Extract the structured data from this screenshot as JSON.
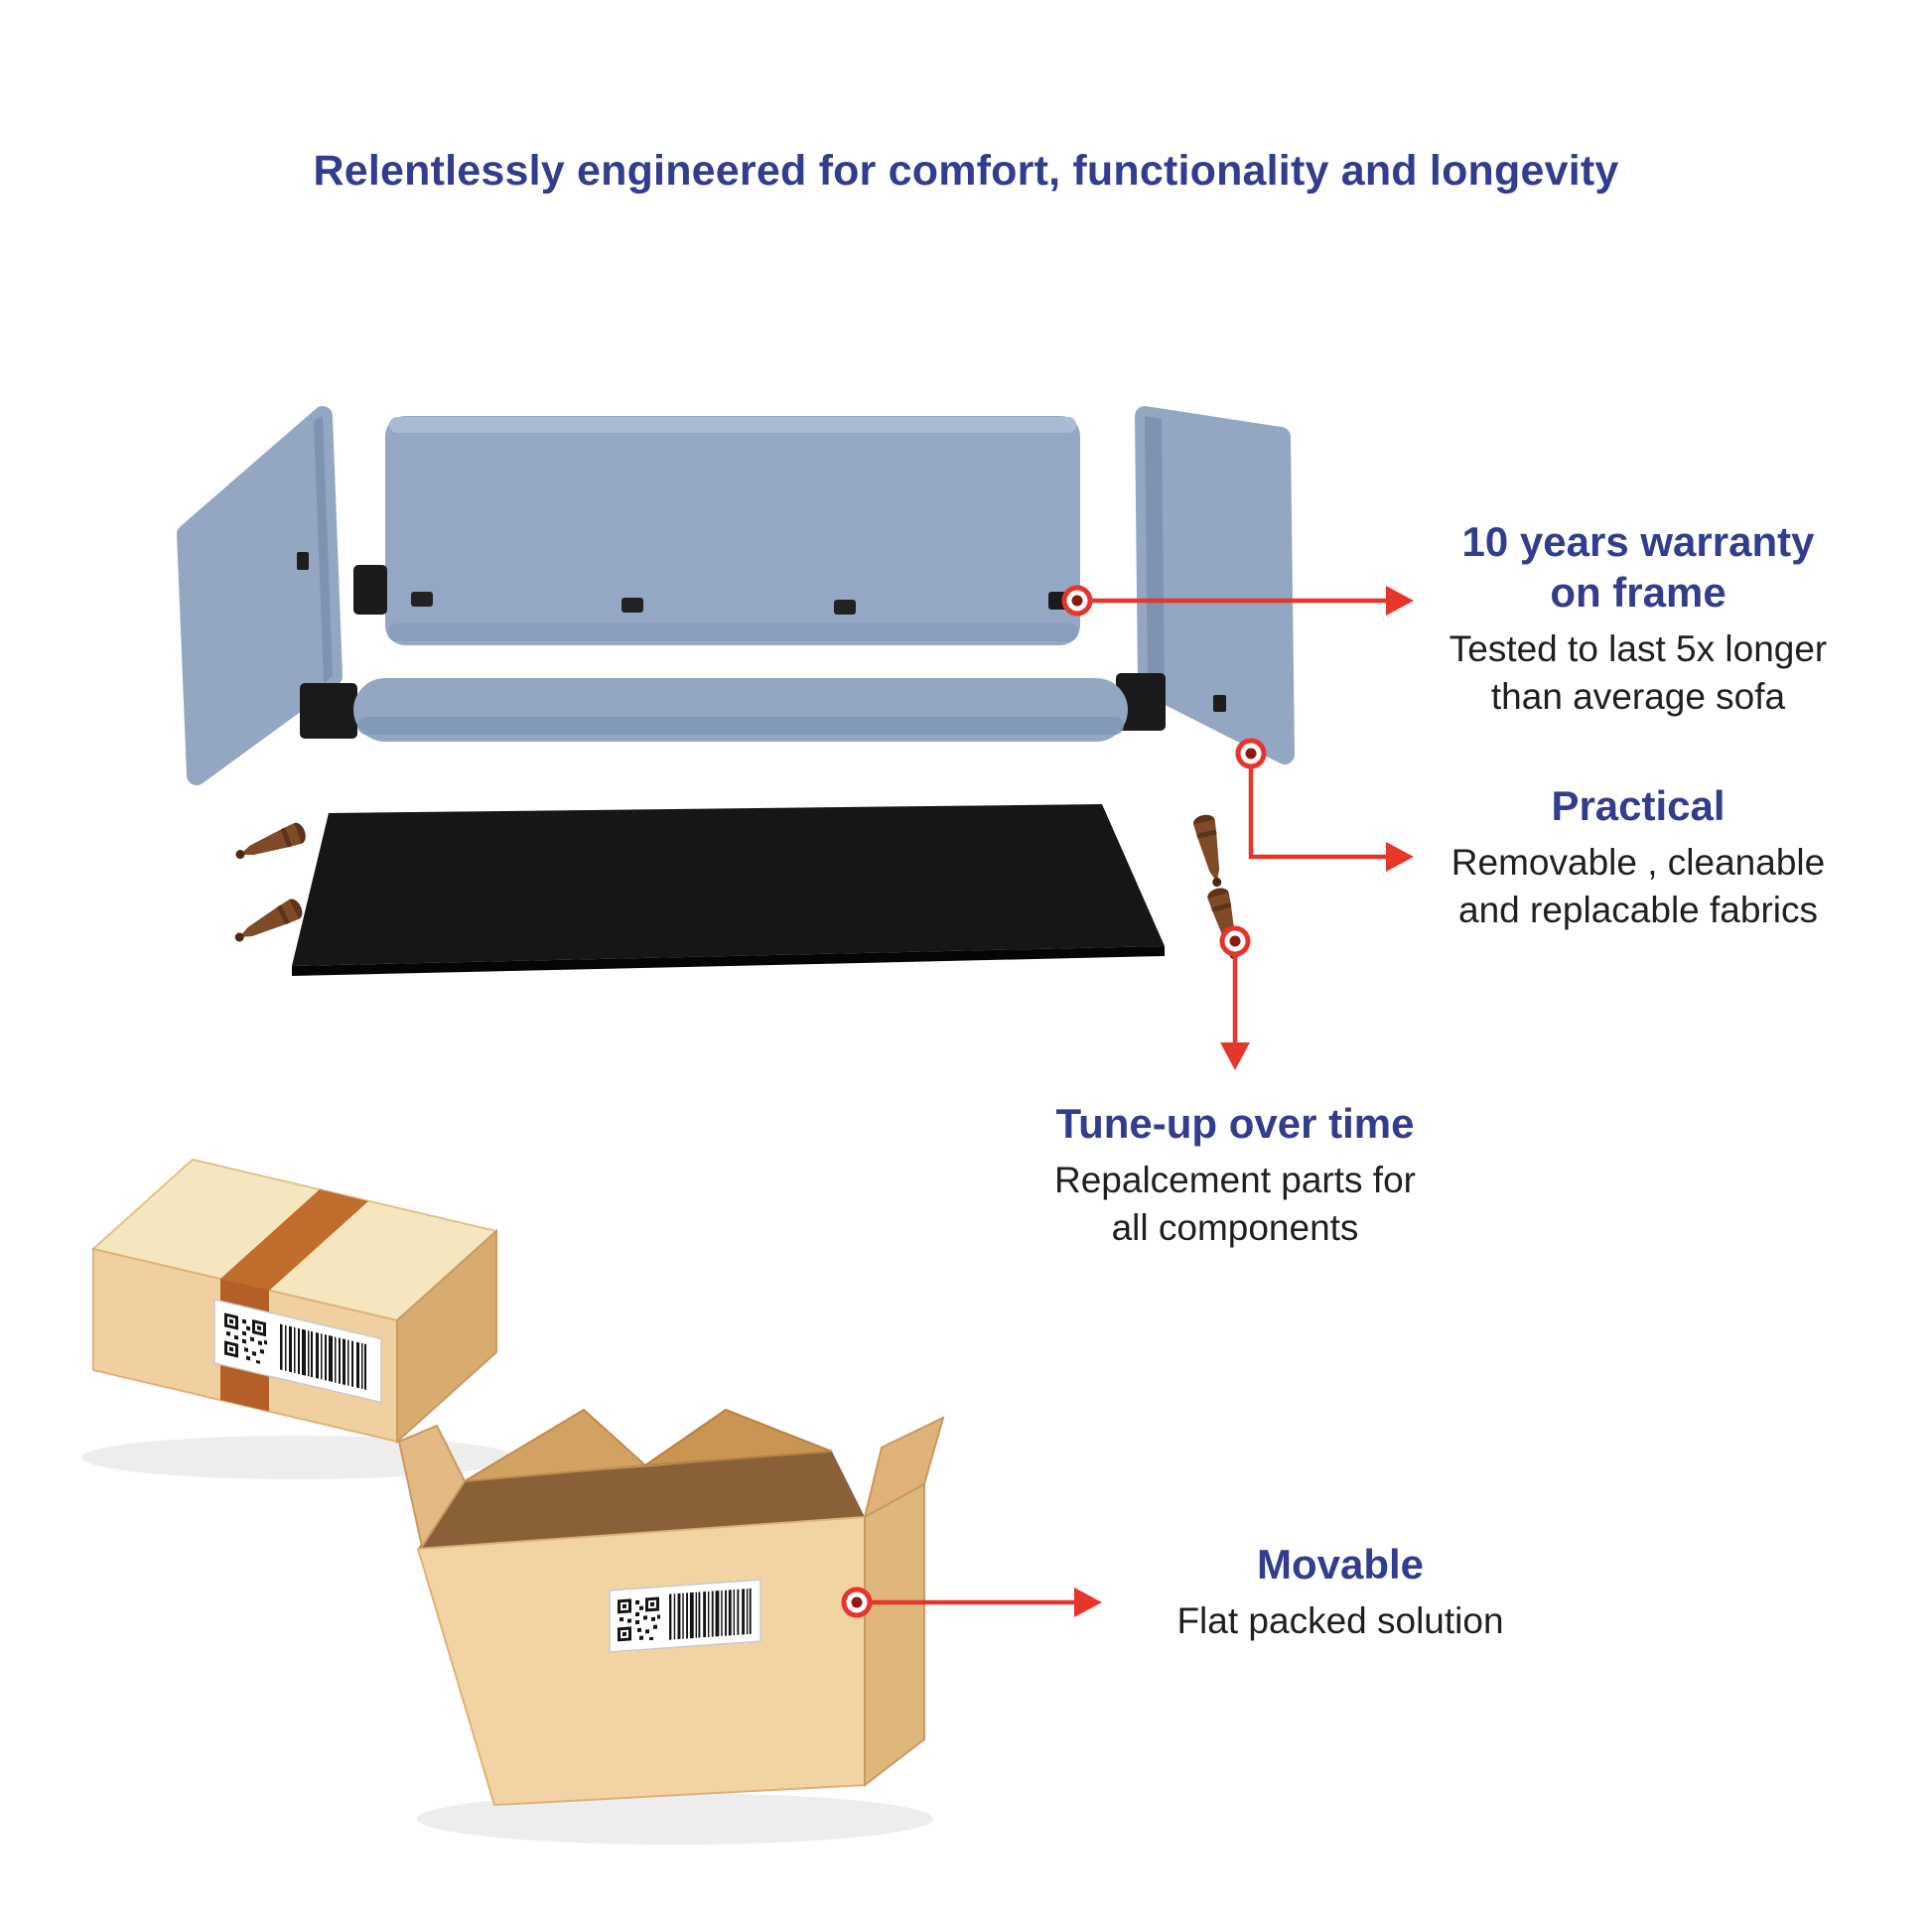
{
  "title": "Relentlessly engineered for comfort, functionality and longevity",
  "callouts": [
    {
      "id": "warranty",
      "heading": "10 years warranty on frame",
      "body": "Tested to last 5x longer than average sofa"
    },
    {
      "id": "practical",
      "heading": "Practical",
      "body": "Removable , cleanable and replacable fabrics"
    },
    {
      "id": "tuneup",
      "heading": "Tune-up over time",
      "body": "Repalcement parts for all components"
    },
    {
      "id": "movable",
      "heading": "Movable",
      "body": "Flat packed solution"
    }
  ],
  "colors": {
    "heading_navy": "#333c8d",
    "body_text": "#1f1f1f",
    "accent_red": "#e6352b",
    "sofa_fabric_blue": "#93a7c3",
    "box_cardboard_tan": "#f0d0a0"
  },
  "icons": [
    "callout-marker-icon",
    "arrow-right-icon",
    "arrow-down-icon",
    "qr-code-icon",
    "barcode-icon"
  ],
  "illustrations": {
    "sofa": "exploded sofa: two arm panels, back panel, seat cushion, base panel, four wooden legs",
    "boxes": [
      "closed shipping box with tape and shipping label",
      "open shipping box with shipping label"
    ]
  }
}
